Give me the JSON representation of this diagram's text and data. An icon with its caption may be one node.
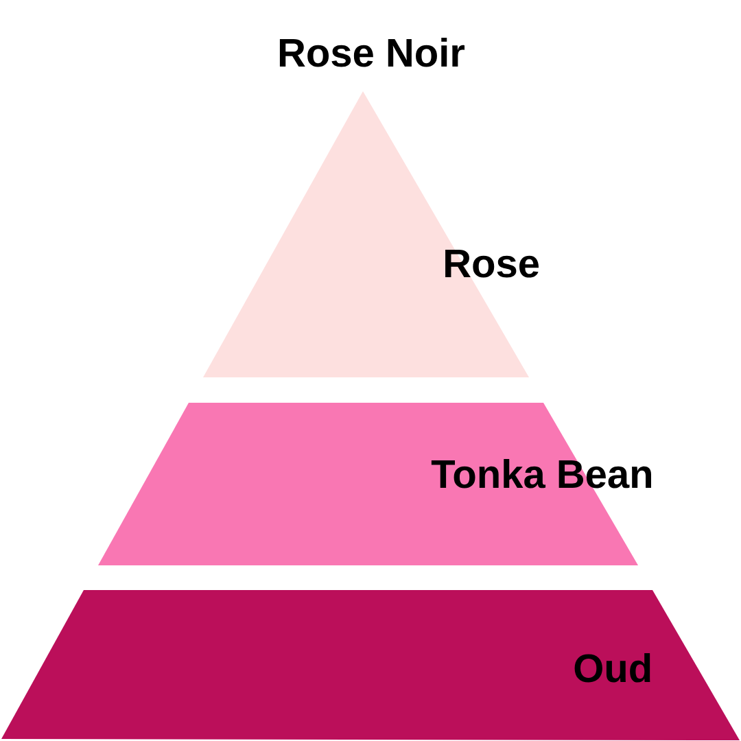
{
  "diagram": {
    "title": "Rose Noir",
    "nodes": [
      {
        "text": [
          "Rose"
        ]
      },
      {
        "text": [
          "Tonka Bean"
        ]
      },
      {
        "text": [
          "Oud"
        ]
      }
    ]
  }
}
